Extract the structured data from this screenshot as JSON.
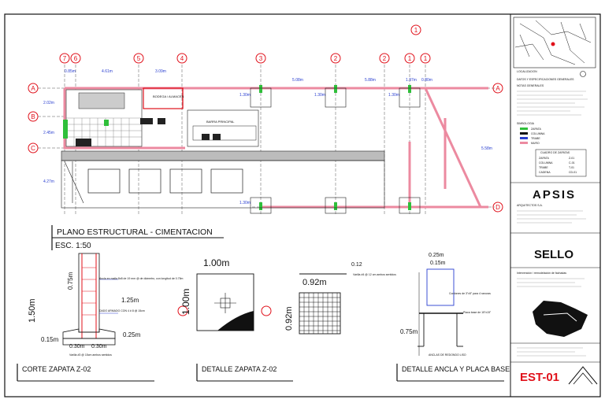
{
  "plan": {
    "title": "PLANO ESTRUCTURAL - CIMENTACION",
    "scale": "ESC. 1:50",
    "rooms": [
      "BODEGA / ALMACEN",
      "BARRA PRINCIPAL"
    ],
    "axes_top": [
      "7",
      "6",
      "5",
      "4",
      "3",
      "2",
      "2",
      "1",
      "1"
    ],
    "axes_left": [
      "A",
      "B",
      "C"
    ],
    "axes_right": [
      "A",
      "D"
    ],
    "axis_north": "1",
    "dims_top": [
      "0.85m",
      "4.61m",
      "3.09m",
      "5.08m",
      "5.88m",
      "1.97m",
      "0.80m"
    ],
    "dims_left": [
      "2.02m",
      "2.45m",
      "4.27m"
    ],
    "dim_right": "5.58m",
    "col_labels": [
      "1.30m",
      "1.30m",
      "1.30m",
      "1.30m"
    ]
  },
  "details": {
    "corte": {
      "title": "CORTE ZAPATA Z-02",
      "dims": [
        "0.75m",
        "1.50m",
        "0.15m",
        "1.25m",
        "0.25m",
        "0.30m",
        "0.30m"
      ],
      "notes": [
        "Ancla en malla 8x8 de 19 mm @ de diámetro, con longitud de 0.75m",
        "DADO ARMADO CON 4 # 8 @ 15cm",
        "Varilla #3 @ 15cm ambos sentidos"
      ]
    },
    "zapata": {
      "title": "DETALLE ZAPATA Z-02",
      "dims": [
        "1.00m",
        "1.00m"
      ]
    },
    "parrilla": {
      "dims": [
        "0.92m",
        "0.92m",
        "0.12"
      ],
      "note": "Varilla #4 @ 12 cm ambos sentidos"
    },
    "ancla": {
      "title": "DETALLE ANCLA Y PLACA BASE",
      "dims": [
        "0.25m",
        "0.15m",
        "0.75m"
      ],
      "notes": [
        "Cordones de 3\"x5\" para 4 ranuras",
        "Placa base de 15\"x15\"",
        "ANCLAS DE REDONDO LISO"
      ]
    }
  },
  "sidebar": {
    "location_label": "LOCALIZACION",
    "notes_title": "DATOS Y ESPECIFICACIONES GENERALES",
    "notes_subtitle": "NOTAS GENERALES",
    "legend_title": "SIMBOLOGIA",
    "legend_items": [
      "ZAPATA",
      "COLUMNA",
      "TRABE",
      "MURO"
    ],
    "table_title": "CUADRO DE ZAPATAS",
    "table_rows": [
      [
        "ZAPATA",
        "Z-01"
      ],
      [
        "COLUMNA",
        "C-01"
      ],
      [
        "TRABE",
        "T-01"
      ],
      [
        "CADENA",
        "CD-01"
      ]
    ],
    "firm": "APSIS",
    "firm_sub": "ARQUITECTOS S.A.",
    "seal": "SELLO",
    "project_note": "Intervención / remodelación de fachadas",
    "sheet_code": "EST-01"
  },
  "colors": {
    "axis_red": "#e0101a",
    "wall_pink": "#ec8aa0",
    "column_green": "#2fbf3a",
    "dim_blue": "#2a3fd0",
    "ink": "#111111"
  }
}
